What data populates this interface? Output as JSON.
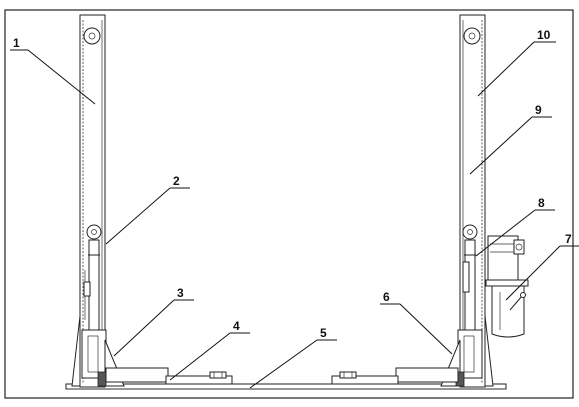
{
  "diagram": {
    "callouts": [
      {
        "label": "1"
      },
      {
        "label": "2"
      },
      {
        "label": "3"
      },
      {
        "label": "4"
      },
      {
        "label": "5"
      },
      {
        "label": "6"
      },
      {
        "label": "7"
      },
      {
        "label": "8"
      },
      {
        "label": "9"
      },
      {
        "label": "10"
      }
    ]
  },
  "colors": {
    "line": "#222222",
    "background": "#ffffff"
  }
}
